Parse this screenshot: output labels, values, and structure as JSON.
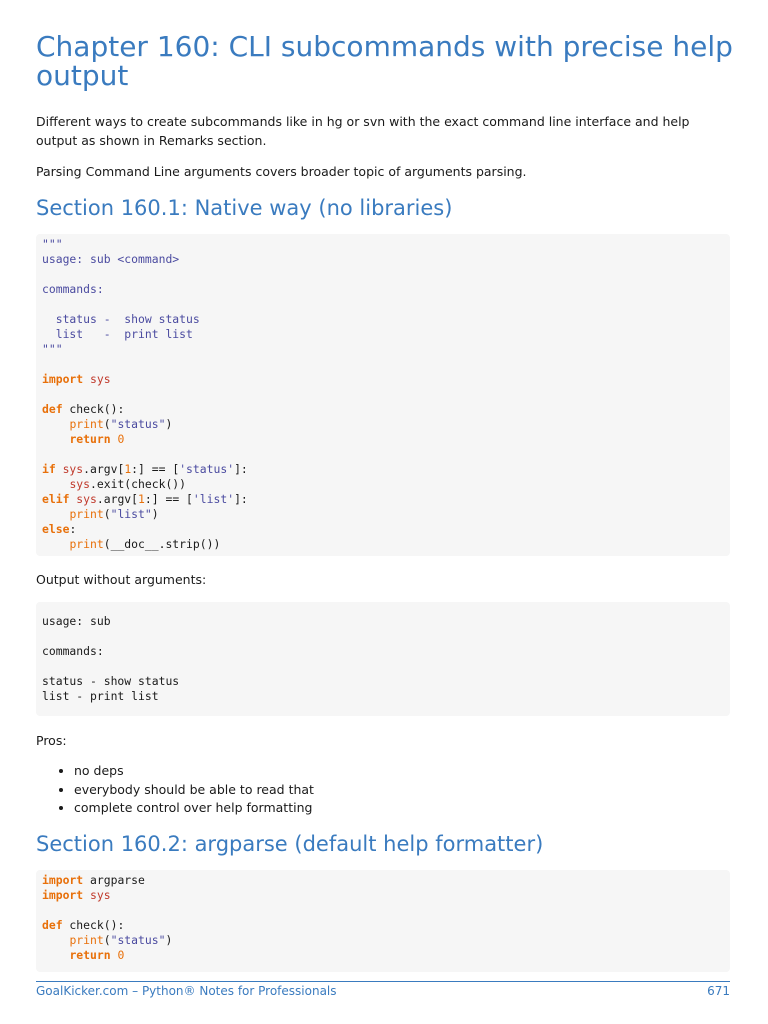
{
  "chapter_title": "Chapter 160: CLI subcommands with precise help output",
  "intro": [
    "Different ways to create subcommands like in hg or svn with the exact command line interface and help output as shown in Remarks section.",
    "Parsing Command Line arguments covers broader topic of arguments parsing."
  ],
  "section1": {
    "title": "Section 160.1: Native way (no libraries)",
    "code": [
      [
        [
          "str",
          "\"\"\""
        ]
      ],
      [
        [
          "str",
          "usage: sub <command>"
        ]
      ],
      [],
      [
        [
          "str",
          "commands:"
        ]
      ],
      [],
      [
        [
          "str",
          "  status -  show status"
        ]
      ],
      [
        [
          "str",
          "  list   -  print list"
        ]
      ],
      [
        [
          "str",
          "\"\"\""
        ]
      ],
      [],
      [
        [
          "kw",
          "import"
        ],
        [
          "",
          " "
        ],
        [
          "mod",
          "sys"
        ]
      ],
      [],
      [
        [
          "kw",
          "def"
        ],
        [
          "",
          " check():"
        ]
      ],
      [
        [
          "",
          "    "
        ],
        [
          "bi",
          "print"
        ],
        [
          "",
          "("
        ],
        [
          "str",
          "\"status\""
        ],
        [
          "",
          ")"
        ]
      ],
      [
        [
          "",
          "    "
        ],
        [
          "kw",
          "return"
        ],
        [
          "",
          " "
        ],
        [
          "num",
          "0"
        ]
      ],
      [],
      [
        [
          "kw",
          "if"
        ],
        [
          "",
          " "
        ],
        [
          "mod",
          "sys"
        ],
        [
          "",
          ".argv["
        ],
        [
          "num",
          "1"
        ],
        [
          "",
          ":] == ["
        ],
        [
          "str",
          "'status'"
        ],
        [
          "",
          "]:"
        ]
      ],
      [
        [
          "",
          "    "
        ],
        [
          "mod",
          "sys"
        ],
        [
          "",
          ".exit(check())"
        ]
      ],
      [
        [
          "kw",
          "elif"
        ],
        [
          "",
          " "
        ],
        [
          "mod",
          "sys"
        ],
        [
          "",
          ".argv["
        ],
        [
          "num",
          "1"
        ],
        [
          "",
          ":] == ["
        ],
        [
          "str",
          "'list'"
        ],
        [
          "",
          "]:"
        ]
      ],
      [
        [
          "",
          "    "
        ],
        [
          "bi",
          "print"
        ],
        [
          "",
          "("
        ],
        [
          "str",
          "\"list\""
        ],
        [
          "",
          ")"
        ]
      ],
      [
        [
          "kw",
          "else"
        ],
        [
          "",
          ":"
        ]
      ],
      [
        [
          "",
          "    "
        ],
        [
          "bi",
          "print"
        ],
        [
          "",
          "(__doc__.strip())"
        ]
      ]
    ],
    "output_label": "Output without arguments:",
    "output": [
      "usage: sub",
      "",
      "commands:",
      "",
      "status - show status",
      "list - print list"
    ],
    "pros_label": "Pros:",
    "pros": [
      "no deps",
      "everybody should be able to read that",
      "complete control over help formatting"
    ]
  },
  "section2": {
    "title": "Section 160.2: argparse (default help formatter)",
    "code": [
      [
        [
          "kw",
          "import"
        ],
        [
          "",
          " argparse"
        ]
      ],
      [
        [
          "kw",
          "import"
        ],
        [
          "",
          " "
        ],
        [
          "mod",
          "sys"
        ]
      ],
      [],
      [
        [
          "kw",
          "def"
        ],
        [
          "",
          " check():"
        ]
      ],
      [
        [
          "",
          "    "
        ],
        [
          "bi",
          "print"
        ],
        [
          "",
          "("
        ],
        [
          "str",
          "\"status\""
        ],
        [
          "",
          ")"
        ]
      ],
      [
        [
          "",
          "    "
        ],
        [
          "kw",
          "return"
        ],
        [
          "",
          " "
        ],
        [
          "num",
          "0"
        ]
      ]
    ]
  },
  "footer": {
    "left": "GoalKicker.com – Python® Notes for Professionals",
    "page": "671"
  },
  "colors": {
    "heading": "#3a7bbf",
    "keyword": "#e8700a",
    "string": "#4b4ba0",
    "module": "#c0392b",
    "code_bg": "#f6f6f6"
  }
}
